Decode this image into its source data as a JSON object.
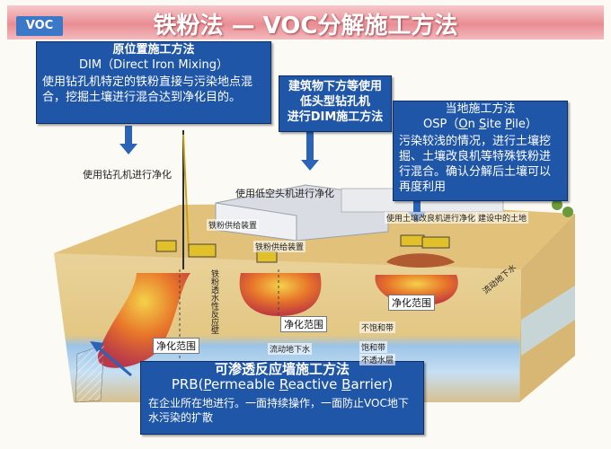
{
  "header": {
    "tag": "VOC",
    "title": "铁粉法 — VOC分解施工方法"
  },
  "dim": {
    "title": "原位置施工方法",
    "subtitle": "DIM（Direct  Iron  Mixing）",
    "desc": "使用钻孔机特定的铁粉直接与污染地点混合，挖掘土壤进行混合达到净化目的。"
  },
  "lowhead": {
    "line1": "建筑物下方等使用",
    "line2": "低头型钻孔机",
    "line3": "进行DIM施工方法"
  },
  "osp": {
    "title": "当地施工方法",
    "sub_prefix": "OSP（",
    "sub_o": "O",
    "sub_n": "n",
    "sub_s": "S",
    "sub_ite": "ite",
    "sub_p": "P",
    "sub_ile": "ile",
    "sub_suffix": "）",
    "desc": "污染较浅的情况，进行土壤挖掘、土壤改良机等特殊铁粉进行混合。确认分解后土壤可以再度利用"
  },
  "prb": {
    "title": "可渗透反应墙施工方法",
    "sub_prefix": "PRB(",
    "sub_p": "P",
    "sub_ermeable": "ermeable ",
    "sub_r": "R",
    "sub_eactive": "eactive ",
    "sub_b": "B",
    "sub_arrier": "arrier",
    "sub_suffix": ")",
    "desc": "在企业所在地进行。一面持续操作，一面防止VOC地下水污染的扩散"
  },
  "labels": {
    "drill": "使用钻孔机进行净化",
    "lowhead_purify": "使用低空头机进行净化",
    "iron_supply1": "铁粉供给装置",
    "iron_supply2": "铁粉供给装置",
    "soil_improver": "使用土壤改良机进行净化",
    "construction": "建设中的土地",
    "purify_area1": "净化范围",
    "purify_area2": "净化范围",
    "purify_area3": "净化范围",
    "groundwater_flow": "流动地下水",
    "groundwater_flow_side": "流动地下水",
    "impermeable1": "不饱和带",
    "saturated": "饱和带",
    "impermeable2": "不透水层",
    "wall": "铁粉透水性反应壁"
  },
  "colors": {
    "box": "#1f56a8",
    "banner": "#e98d93",
    "soil": "#d9b56a",
    "water": "#b9d6ee"
  }
}
